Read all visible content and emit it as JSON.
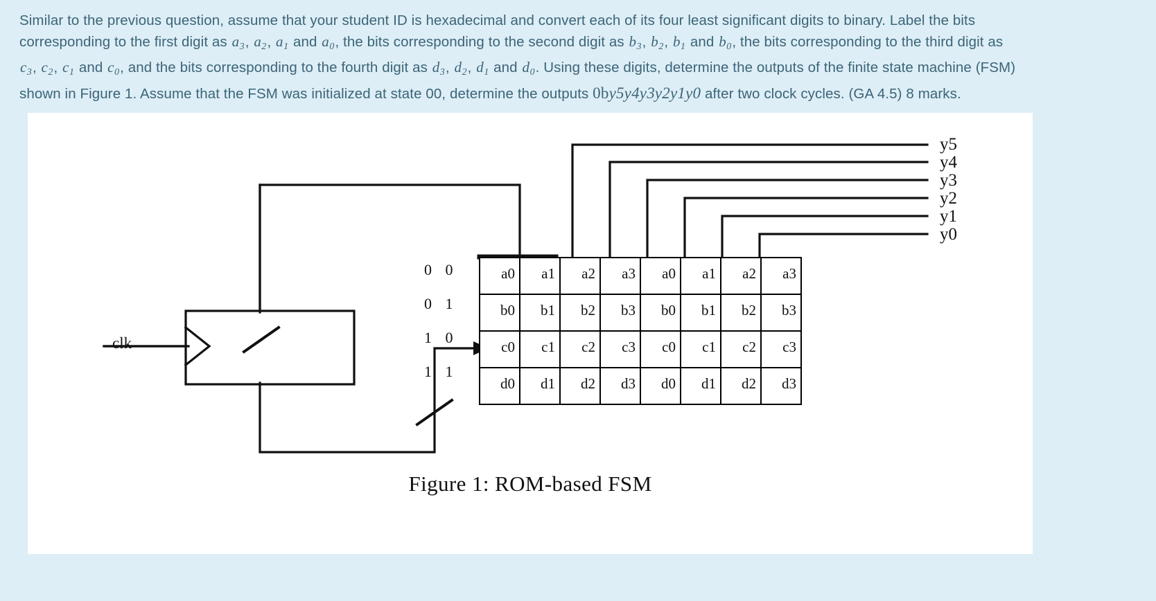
{
  "question": {
    "line1_a": "Similar to the previous question, assume that your student ID is hexadecimal and convert each of its four least significant digits to binary. Label the bits",
    "line2_a": "corresponding to the first digit as",
    "line2_b": "and",
    "line2_c": ", the bits corresponding to the second digit as",
    "line2_d": "and",
    "line2_e": ", the bits corresponding to the third digit as",
    "line3_a": "and",
    "line3_b": ", and the bits corresponding to the fourth digit as",
    "line3_c": "and",
    "line3_d": ". Using these digits, determine the outputs of the finite state machine (FSM)",
    "line4_a": "shown in Figure 1. Assume that the FSM was initialized at state 00, determine the outputs",
    "line4_b": "after two clock cycles. (GA 4.5) 8 marks.",
    "vars": {
      "a3": "a",
      "a3sub": "3",
      "a2": "a",
      "a2sub": "2",
      "a1": "a",
      "a1sub": "1",
      "a0": "a",
      "a0sub": "0",
      "b3": "b",
      "b3sub": "3",
      "b2": "b",
      "b2sub": "2",
      "b1": "b",
      "b1sub": "1",
      "b0": "b",
      "b0sub": "0",
      "c3": "c",
      "c3sub": "3",
      "c2": "c",
      "c2sub": "2",
      "c1": "c",
      "c1sub": "1",
      "c0": "c",
      "c0sub": "0",
      "d3": "d",
      "d3sub": "3",
      "d2": "d",
      "d2sub": "2",
      "d1": "d",
      "d1sub": "1",
      "d0": "d",
      "d0sub": "0"
    },
    "output_sequence_prefix": "0b",
    "output_sequence": "y5y4y3y2y1y0"
  },
  "figure": {
    "caption": "Figure 1: ROM-based FSM",
    "clk_label": "clk",
    "register_block": "",
    "address_labels": [
      "0 0",
      "0 1",
      "1 0",
      "1 1"
    ],
    "output_labels": [
      "y5",
      "y4",
      "y3",
      "y2",
      "y1",
      "y0"
    ],
    "rom_rows": [
      [
        "a0",
        "a1",
        "a2",
        "a3",
        "a0",
        "a1",
        "a2",
        "a3"
      ],
      [
        "b0",
        "b1",
        "b2",
        "b3",
        "b0",
        "b1",
        "b2",
        "b3"
      ],
      [
        "c0",
        "c1",
        "c2",
        "c3",
        "c0",
        "c1",
        "c2",
        "c3"
      ],
      [
        "d0",
        "d1",
        "d2",
        "d3",
        "d0",
        "d1",
        "d2",
        "d3"
      ]
    ]
  },
  "colors": {
    "page_background": "#ddeef6",
    "panel_background": "#ffffff",
    "text": "#3c6478",
    "diagram_ink": "#111111"
  }
}
